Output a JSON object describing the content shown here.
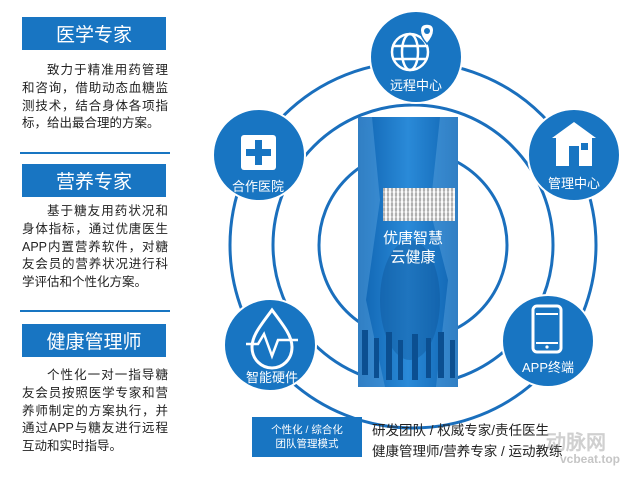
{
  "left_panel": [
    {
      "title": "医学专家",
      "text": "致力于精准用药管理和咨询，借助动态血糖监测技术，结合身体各项指标，给出最合理的方案。"
    },
    {
      "title": "营养专家",
      "text": "基于糖友用药状况和身体指标，通过优唐医生APP内置营养软件，对糖友会员的营养状况进行科学评估和个性化方案。"
    },
    {
      "title": "健康管理师",
      "text": "个性化一对一指导糖友会员按照医学专家和营养师制定的方案执行，并通过APP与糖友进行远程互动和实时指导。"
    }
  ],
  "center": {
    "line1": "优唐智慧",
    "line2": "云健康"
  },
  "nodes": [
    {
      "label": "远程中心",
      "icon": "globe-location-icon"
    },
    {
      "label": "管理中心",
      "icon": "house-icon"
    },
    {
      "label": "APP终端",
      "icon": "smartphone-icon"
    },
    {
      "label": "智能硬件",
      "icon": "water-drop-pulse-icon"
    },
    {
      "label": "合作医院",
      "icon": "medical-cross-icon"
    }
  ],
  "footer": {
    "box_line1": "个性化 / 综合化",
    "box_line2": "团队管理模式",
    "line1": "研发团队 / 权威专家/责任医生",
    "line2": "健康管理师/营养专家 / 运动教练"
  },
  "watermark": {
    "brand": "动脉网",
    "site": "vcbeat.top"
  },
  "colors": {
    "primary": "#1875c2",
    "ring": "#1a6fbd"
  }
}
